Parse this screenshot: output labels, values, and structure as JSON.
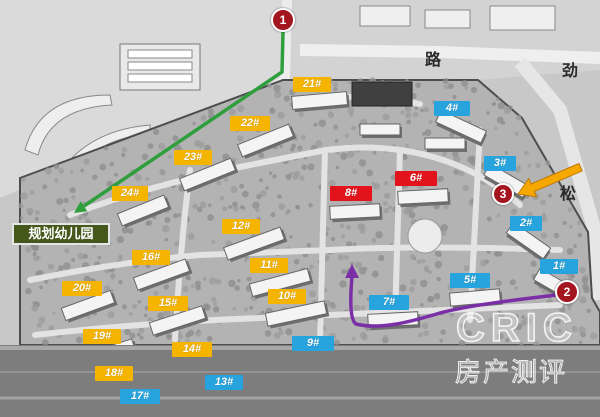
{
  "buildings": [
    {
      "label": "1#",
      "color": "#27a4de"
    },
    {
      "label": "2#",
      "color": "#27a4de"
    },
    {
      "label": "3#",
      "color": "#27a4de"
    },
    {
      "label": "4#",
      "color": "#27a4de"
    },
    {
      "label": "5#",
      "color": "#27a4de"
    },
    {
      "label": "6#",
      "color": "#e3131b"
    },
    {
      "label": "7#",
      "color": "#27a4de"
    },
    {
      "label": "8#",
      "color": "#e3131b"
    },
    {
      "label": "9#",
      "color": "#27a4de"
    },
    {
      "label": "10#",
      "color": "#f5b400"
    },
    {
      "label": "11#",
      "color": "#f5b400"
    },
    {
      "label": "12#",
      "color": "#f5b400"
    },
    {
      "label": "13#",
      "color": "#27a4de"
    },
    {
      "label": "14#",
      "color": "#f5b400"
    },
    {
      "label": "15#",
      "color": "#f5b400"
    },
    {
      "label": "16#",
      "color": "#f5b400"
    },
    {
      "label": "17#",
      "color": "#27a4de"
    },
    {
      "label": "18#",
      "color": "#f5b400"
    },
    {
      "label": "19#",
      "color": "#f5b400"
    },
    {
      "label": "20#",
      "color": "#f5b400"
    },
    {
      "label": "21#",
      "color": "#f5b400"
    },
    {
      "label": "22#",
      "color": "#f5b400"
    },
    {
      "label": "23#",
      "color": "#f5b400"
    },
    {
      "label": "24#",
      "color": "#f5b400"
    }
  ],
  "markers": [
    {
      "label": "1"
    },
    {
      "label": "2"
    },
    {
      "label": "3"
    }
  ],
  "marker_color": "#a3161f",
  "kindergarten": {
    "label": "规划幼儿园",
    "color": "#44581c"
  },
  "road_labels": {
    "north": "路",
    "east_upper": "劲",
    "east_lower": "松"
  },
  "routes": {
    "green": "#2f9e3c",
    "purple": "#7b2fa6",
    "arrow": "#f6a800"
  },
  "watermark": {
    "logo": "CRIC",
    "caption": "房产测评"
  }
}
